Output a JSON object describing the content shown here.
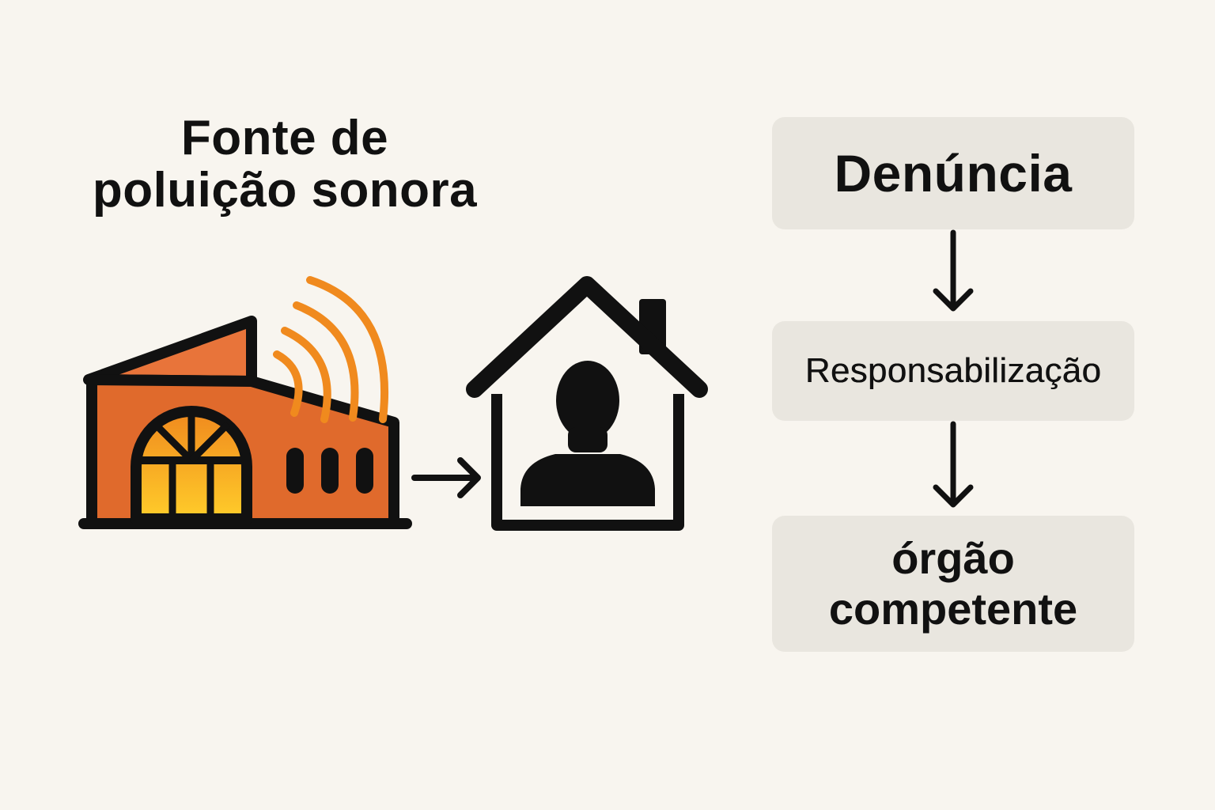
{
  "title": {
    "line1": "Fonte de",
    "line2": "poluição sonora"
  },
  "flow": {
    "step1": "Denúncia",
    "step2": "Responsabilização",
    "step3_line1": "órgão",
    "step3_line2": "competente"
  },
  "colors": {
    "background": "#f8f5ef",
    "building_fill": "#e06a2c",
    "roof_fill": "#e8743a",
    "sound_waves": "#f08a1e",
    "window_glow_light": "#ffc62a",
    "window_glow_dark": "#f08a1e",
    "outline": "#111111",
    "box_fill": "#e9e6df"
  },
  "icons": {
    "source": "factory-building-icon",
    "waves": "sound-waves-icon",
    "arrow": "right-arrow-icon",
    "home": "house-with-person-icon"
  }
}
